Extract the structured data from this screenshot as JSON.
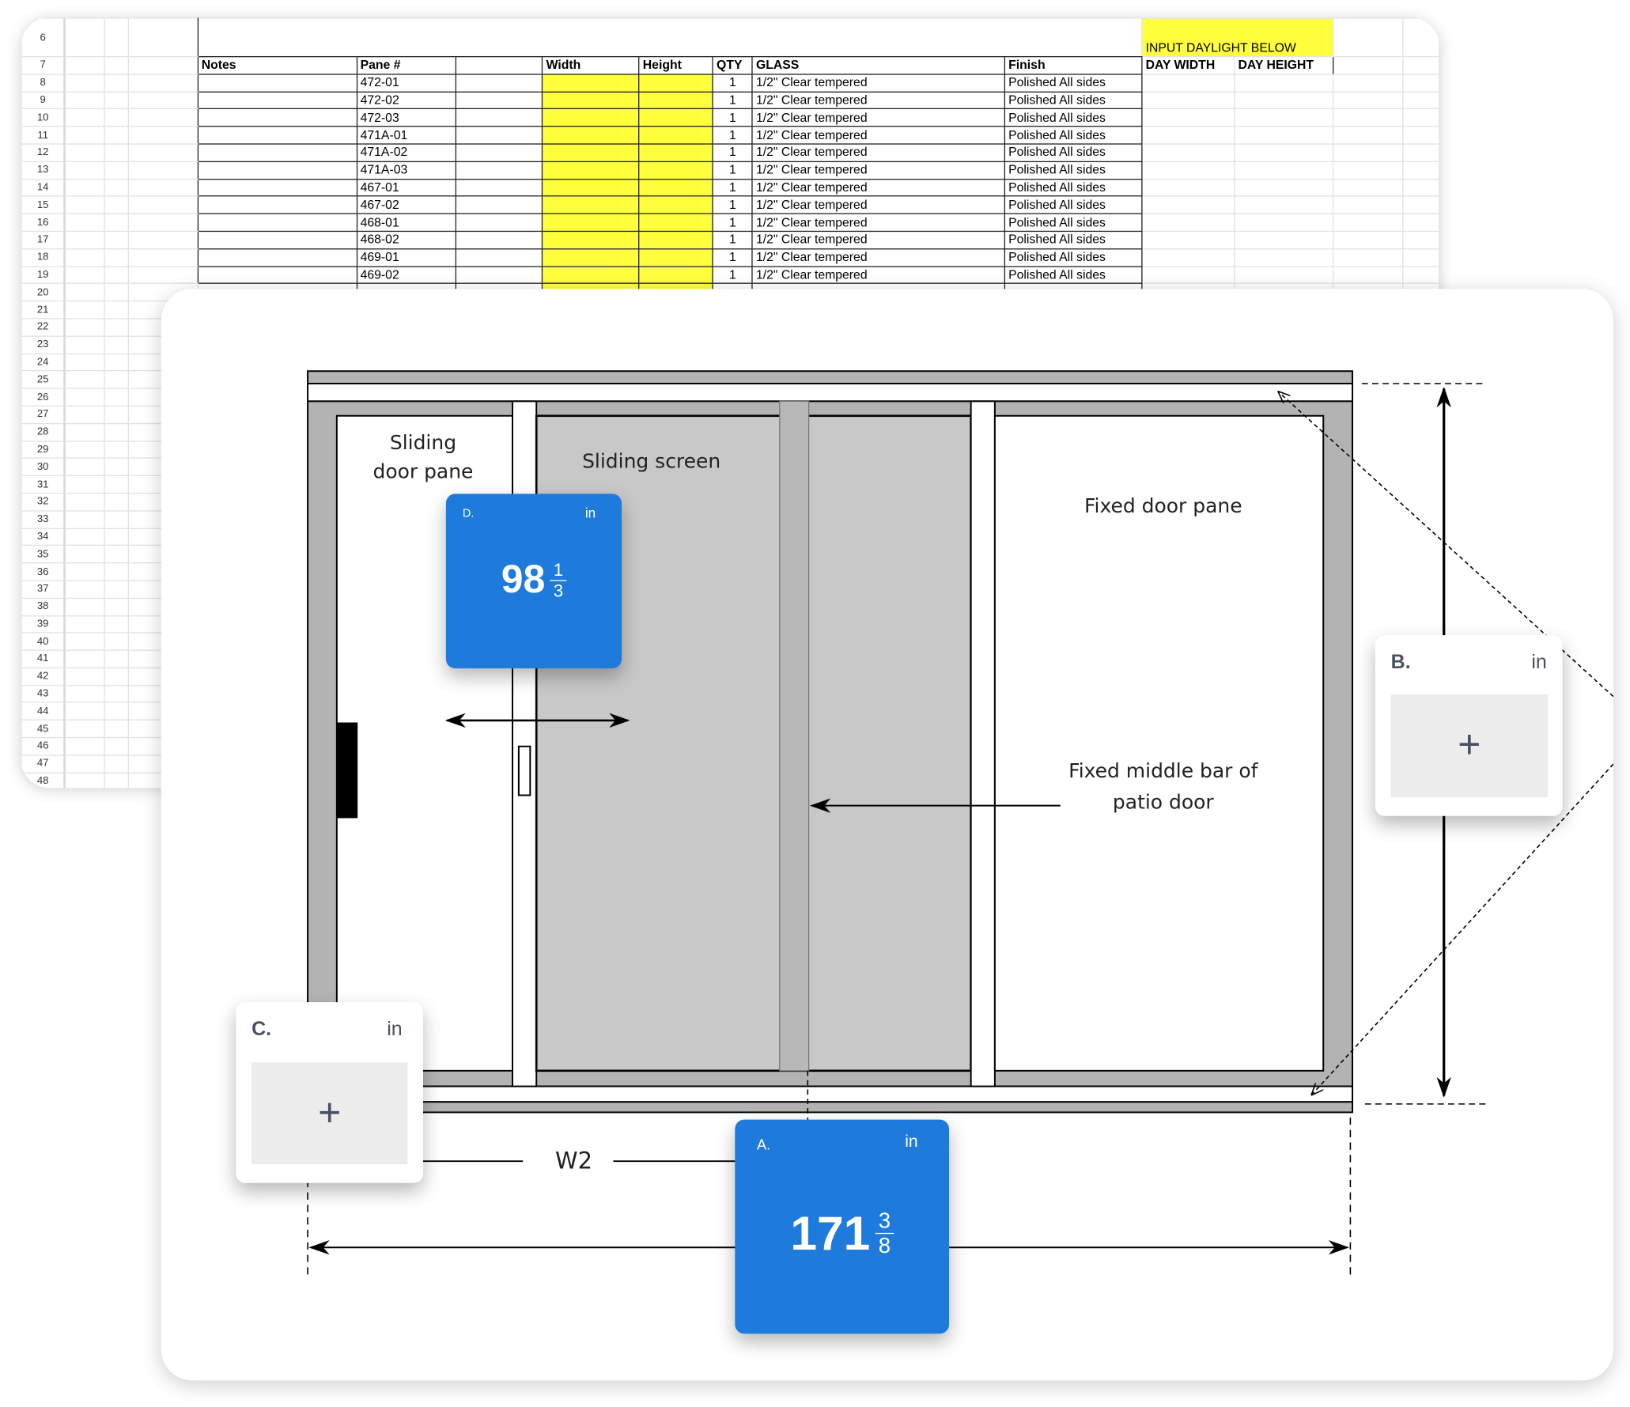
{
  "spreadsheet": {
    "row_numbers_top": [
      "6",
      "7"
    ],
    "headers": {
      "notes": "Notes",
      "pane": "Pane #",
      "blank": "",
      "width": "Width",
      "height": "Height",
      "qty": "QTY",
      "glass": "GLASS",
      "finish": "Finish",
      "day_width": "DAY WIDTH",
      "day_height": "DAY HEIGHT"
    },
    "daylight_banner": "INPUT DAYLIGHT BELOW",
    "rows": [
      {
        "n": "8",
        "pane": "472-01",
        "qty": "1",
        "glass": "1/2\" Clear tempered",
        "finish": "Polished All sides"
      },
      {
        "n": "9",
        "pane": "472-02",
        "qty": "1",
        "glass": "1/2\" Clear tempered",
        "finish": "Polished All sides"
      },
      {
        "n": "10",
        "pane": "472-03",
        "qty": "1",
        "glass": "1/2\" Clear tempered",
        "finish": "Polished All sides"
      },
      {
        "n": "11",
        "pane": "471A-01",
        "qty": "1",
        "glass": "1/2\" Clear tempered",
        "finish": "Polished All sides"
      },
      {
        "n": "12",
        "pane": "471A-02",
        "qty": "1",
        "glass": "1/2\" Clear tempered",
        "finish": "Polished All sides"
      },
      {
        "n": "13",
        "pane": "471A-03",
        "qty": "1",
        "glass": "1/2\" Clear tempered",
        "finish": "Polished All sides"
      },
      {
        "n": "14",
        "pane": "467-01",
        "qty": "1",
        "glass": "1/2\" Clear tempered",
        "finish": "Polished All sides"
      },
      {
        "n": "15",
        "pane": "467-02",
        "qty": "1",
        "glass": "1/2\" Clear tempered",
        "finish": "Polished All sides"
      },
      {
        "n": "16",
        "pane": "468-01",
        "qty": "1",
        "glass": "1/2\" Clear tempered",
        "finish": "Polished All sides"
      },
      {
        "n": "17",
        "pane": "468-02",
        "qty": "1",
        "glass": "1/2\" Clear tempered",
        "finish": "Polished All sides"
      },
      {
        "n": "18",
        "pane": "469-01",
        "qty": "1",
        "glass": "1/2\" Clear tempered",
        "finish": "Polished All sides"
      },
      {
        "n": "19",
        "pane": "469-02",
        "qty": "1",
        "glass": "1/2\" Clear tempered",
        "finish": "Polished All sides"
      }
    ],
    "empty_rows": [
      "20",
      "21",
      "22",
      "23",
      "24",
      "25",
      "26",
      "27",
      "28",
      "29",
      "30",
      "31",
      "32",
      "33",
      "34",
      "35",
      "36",
      "37",
      "38",
      "39",
      "40",
      "41",
      "42",
      "43",
      "44",
      "45",
      "46",
      "47",
      "48"
    ]
  },
  "diagram": {
    "sliding_pane_line1": "Sliding",
    "sliding_pane_line2": "door pane",
    "sliding_screen": "Sliding screen",
    "fixed_pane": "Fixed door pane",
    "middle_bar_line1": "Fixed middle bar of",
    "middle_bar_line2": "patio door",
    "w2_label": "W2"
  },
  "measurements": {
    "a": {
      "label": "A.",
      "unit": "in",
      "whole": "171",
      "num": "3",
      "den": "8"
    },
    "b": {
      "label": "B.",
      "unit": "in",
      "add": "+"
    },
    "c": {
      "label": "C.",
      "unit": "in",
      "add": "+"
    },
    "d": {
      "label": "D.",
      "unit": "in",
      "whole": "98",
      "num": "1",
      "den": "3"
    }
  },
  "colors": {
    "accent": "#1e7bdc",
    "highlight": "#ffff3c",
    "frame": "#b3b3b3",
    "screen": "#c8c8c8"
  }
}
